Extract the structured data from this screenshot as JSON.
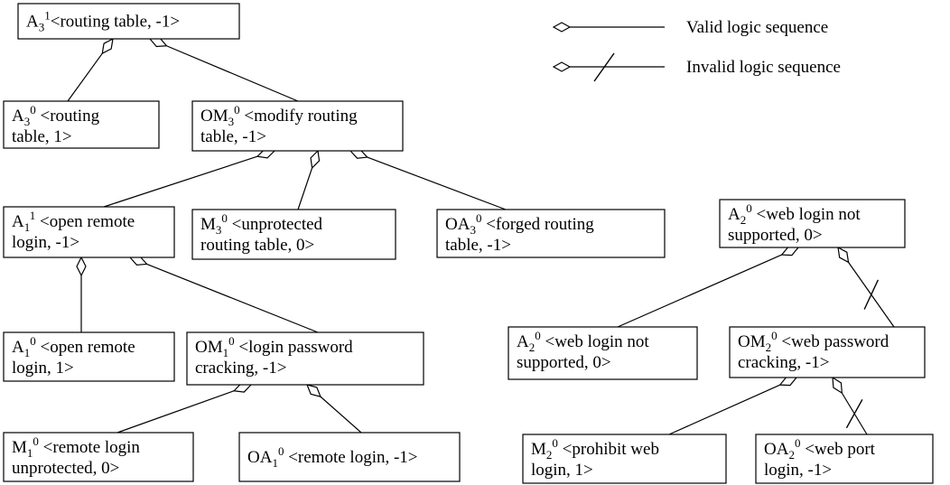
{
  "legend": {
    "valid_label": "Valid logic sequence",
    "invalid_label": "Invalid logic sequence"
  },
  "nodes": [
    {
      "id": "a3-1",
      "base": "A",
      "sub": "3",
      "sup": "1",
      "lines": [
        "<routing table, -1>"
      ]
    },
    {
      "id": "a3-0",
      "base": "A",
      "sub": "3",
      "sup": "0",
      "lines": [
        " <routing",
        "table, 1>"
      ]
    },
    {
      "id": "om3-0",
      "base": "OM",
      "sub": "3",
      "sup": "0",
      "lines": [
        " <modify routing",
        "table, -1>"
      ]
    },
    {
      "id": "a1-1",
      "base": "A",
      "sub": "1",
      "sup": "1",
      "lines": [
        " <open remote",
        "login, -1>"
      ]
    },
    {
      "id": "m3-0",
      "base": "M",
      "sub": "3",
      "sup": "0",
      "lines": [
        " <unprotected",
        "routing table, 0>"
      ]
    },
    {
      "id": "oa3-0",
      "base": "OA",
      "sub": "3",
      "sup": "0",
      "lines": [
        " <forged routing",
        "table, -1>"
      ]
    },
    {
      "id": "a1-0",
      "base": "A",
      "sub": "1",
      "sup": "0",
      "lines": [
        " <open remote",
        "login, 1>"
      ]
    },
    {
      "id": "om1-0",
      "base": "OM",
      "sub": "1",
      "sup": "0",
      "lines": [
        " <login password",
        "cracking, -1>"
      ]
    },
    {
      "id": "m1-0",
      "base": "M",
      "sub": "1",
      "sup": "0",
      "lines": [
        " <remote login",
        "unprotected, 0>"
      ]
    },
    {
      "id": "oa1-0",
      "base": "OA",
      "sub": "1",
      "sup": "0",
      "lines": [
        " <remote login, -1>"
      ]
    },
    {
      "id": "a2-0-root",
      "base": "A",
      "sub": "2",
      "sup": "0",
      "lines": [
        " <web login not",
        "supported, 0>"
      ]
    },
    {
      "id": "a2-0",
      "base": "A",
      "sub": "2",
      "sup": "0",
      "lines": [
        " <web login not",
        "supported, 0>"
      ]
    },
    {
      "id": "om2-0",
      "base": "OM",
      "sub": "2",
      "sup": "0",
      "lines": [
        " <web password",
        "cracking, -1>"
      ]
    },
    {
      "id": "m2-0",
      "base": "M",
      "sub": "2",
      "sup": "0",
      "lines": [
        " <prohibit web",
        "login, 1>"
      ]
    },
    {
      "id": "oa2-0",
      "base": "OA",
      "sub": "2",
      "sup": "0",
      "lines": [
        " <web port",
        "login, -1>"
      ]
    }
  ],
  "edges": [
    {
      "from": "a3-1",
      "to": "a3-0",
      "valid": true
    },
    {
      "from": "a3-1",
      "to": "om3-0",
      "valid": true
    },
    {
      "from": "om3-0",
      "to": "a1-1",
      "valid": true
    },
    {
      "from": "om3-0",
      "to": "m3-0",
      "valid": true
    },
    {
      "from": "om3-0",
      "to": "oa3-0",
      "valid": true
    },
    {
      "from": "a1-1",
      "to": "a1-0",
      "valid": true
    },
    {
      "from": "a1-1",
      "to": "om1-0",
      "valid": true
    },
    {
      "from": "om1-0",
      "to": "m1-0",
      "valid": true
    },
    {
      "from": "om1-0",
      "to": "oa1-0",
      "valid": true
    },
    {
      "from": "a2-0-root",
      "to": "a2-0",
      "valid": true
    },
    {
      "from": "a2-0-root",
      "to": "om2-0",
      "valid": false
    },
    {
      "from": "om2-0",
      "to": "m2-0",
      "valid": true
    },
    {
      "from": "om2-0",
      "to": "oa2-0",
      "valid": false
    }
  ]
}
